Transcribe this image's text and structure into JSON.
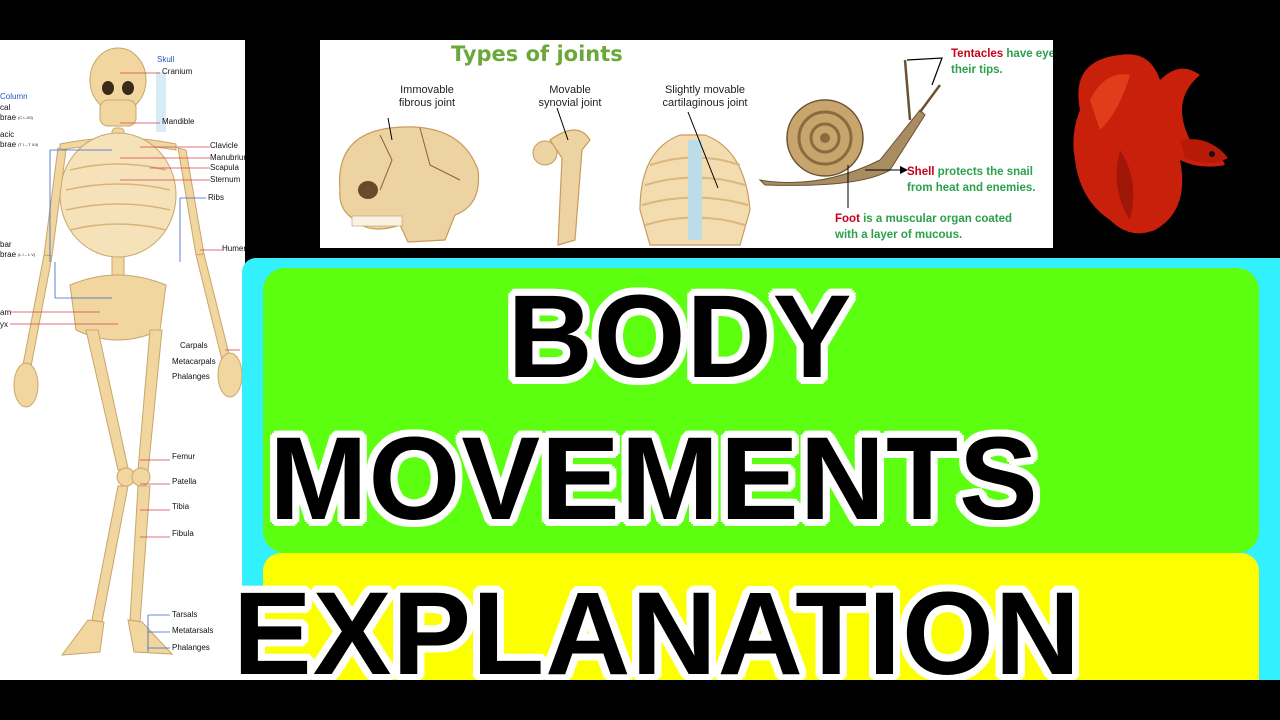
{
  "skeleton": {
    "labels": {
      "skull": "Skull",
      "cranium": "Cranium",
      "column": "Column",
      "cal": "cal",
      "brae1": "brae",
      "brae1_sub": "(C I–VII)",
      "acic": "acic",
      "brae2": "brae",
      "brae2_sub": "(T I – T XII)",
      "mandible": "Mandible",
      "clavicle": "Clavicle",
      "manubrium": "Manubrium",
      "scapula": "Scapula",
      "sternum": "Sternum",
      "ribs": "Ribs",
      "humerus": "Humerus",
      "bar": "bar",
      "brae3": "brae",
      "brae3_sub": "(L I – L V)",
      "am": "am",
      "yx": "yx",
      "carpals": "Carpals",
      "metacarpals": "Metacarpals",
      "phalanges1": "Phalanges",
      "femur": "Femur",
      "patella": "Patella",
      "tibia": "Tibia",
      "fibula": "Fibula",
      "tarsals": "Tarsals",
      "metatarsals": "Metatarsals",
      "phalanges2": "Phalanges"
    }
  },
  "joints": {
    "title": "Types of joints",
    "immovable": [
      "Immovable",
      "fibrous joint"
    ],
    "movable": [
      "Movable",
      "synovial joint"
    ],
    "slightly": [
      "Slightly movable",
      "cartilaginous joint"
    ]
  },
  "snail": {
    "tentacles_word": "Tentacles",
    "tentacles_rest": " have eye",
    "tentacles_line2": "their tips.",
    "shell_word": "Shell",
    "shell_rest": " protects the snail",
    "shell_line2": "from heat and enemies.",
    "foot_word": "Foot",
    "foot_rest": " is a muscular organ coated",
    "foot_line2": "with a layer of mucous."
  },
  "headline": {
    "line1": "BODY",
    "line2": "MOVEMENTS",
    "line3": "EXPLANATION"
  },
  "colors": {
    "cyan_frame": "#33f0ff",
    "green_box": "#5cff10",
    "yellow_box": "#fcff00",
    "bone": "#f1d6a0",
    "joints_title": "#6aa83a",
    "snail_green": "#2aa14a",
    "snail_red": "#c8001a",
    "fish_red": "#c9200c"
  }
}
